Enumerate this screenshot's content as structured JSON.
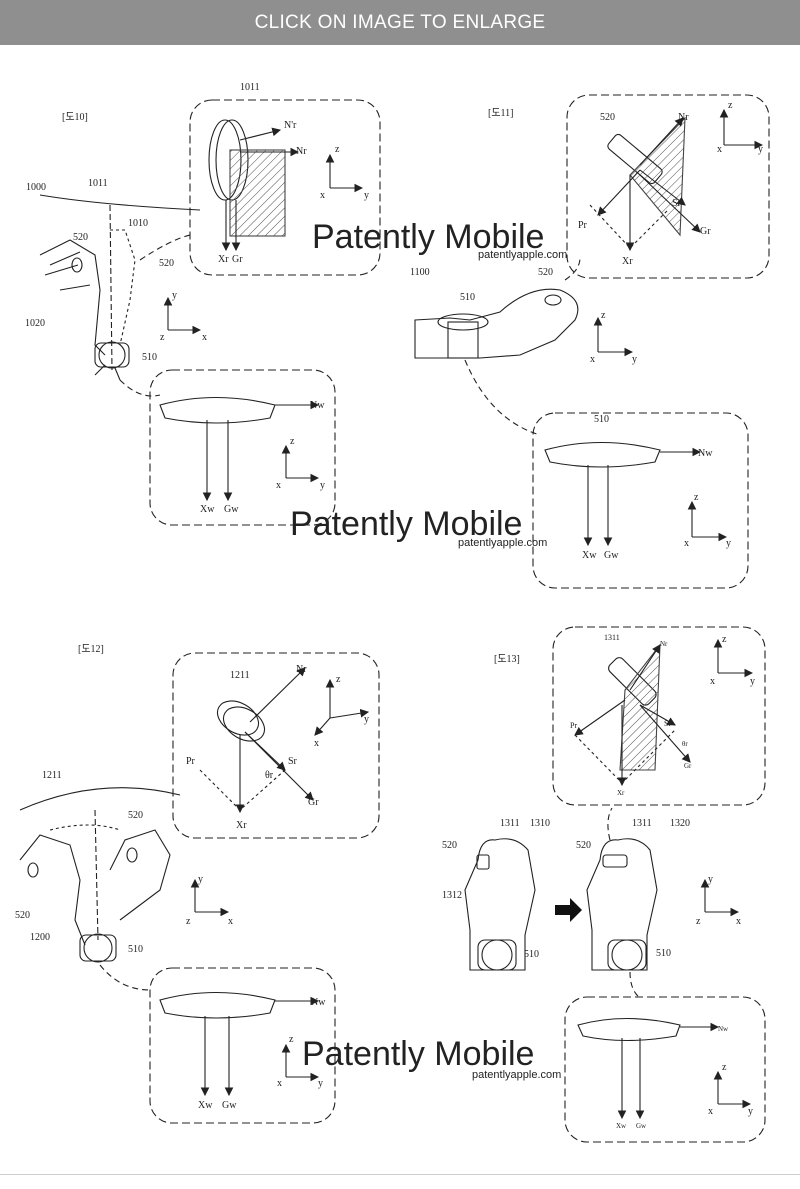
{
  "banner": {
    "label": "CLICK ON IMAGE TO ENLARGE"
  },
  "watermark": {
    "brand": "Patently Mobile",
    "site": "patentlyapple.com"
  },
  "figures": [
    {
      "title": "[도10]",
      "refs": {
        "system": "1000",
        "arc": "1011",
        "ring_ref": "1010",
        "ring": "520",
        "hand": "1020",
        "watch": "510",
        "zoom_ring": "1011"
      },
      "vectors": {
        "n_r": "N'r",
        "n_r2": "Nr",
        "x_r": "Xr",
        "g_r": "Gr",
        "n_w": "Nw",
        "x_w": "Xw",
        "g_w": "Gw"
      }
    },
    {
      "title": "[도11]",
      "refs": {
        "system": "1100",
        "ring": "520",
        "ring2": "520",
        "watch": "510",
        "watch2": "510"
      },
      "vectors": {
        "n_r": "Nr",
        "p_r": "Pr",
        "s_r": "Sr",
        "g_r": "Gr",
        "x_r": "Xr",
        "n_w": "Nw",
        "x_w": "Xw",
        "g_w": "Gw"
      }
    },
    {
      "title": "[도12]",
      "refs": {
        "ring_zoom": "1211",
        "arc": "1211",
        "ring": "520",
        "ring2": "520",
        "hand": "1200",
        "watch": "510"
      },
      "vectors": {
        "n_r": "Nr",
        "p_r": "Pr",
        "s_r": "Sr",
        "theta": "θr",
        "x_r": "Xr",
        "g_r": "Gr",
        "n_w": "Nw",
        "x_w": "Xw",
        "g_w": "Gw"
      }
    },
    {
      "title": "[도13]",
      "refs": {
        "ring_zoom": "1311",
        "hand_a": "1310",
        "hand_b": "1320",
        "ring_a_top": "1311",
        "ring_b_top": "1311",
        "ring_a": "520",
        "ring_b": "520",
        "pin": "1312",
        "watch_a": "510",
        "watch_b": "510"
      },
      "vectors": {
        "n_r": "Nr",
        "p_r": "Pr",
        "s_r": "Sr",
        "theta": "θr",
        "x_r": "Xr",
        "g_r": "Gr",
        "n_w": "Nw",
        "x_w": "Xw",
        "g_w": "Gw"
      }
    }
  ],
  "axes": {
    "x": "x",
    "y": "y",
    "z": "z"
  },
  "colors": {
    "banner_bg": "#8f8f8f",
    "line": "#222222",
    "watermark": "#c8c8c8"
  }
}
